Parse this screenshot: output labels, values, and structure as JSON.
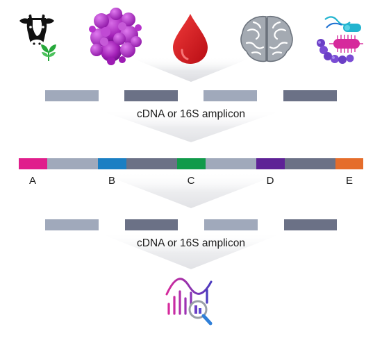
{
  "sources": [
    {
      "icon": "cow-icon"
    },
    {
      "icon": "plant-sprout-icon"
    },
    {
      "icon": "cell-cluster-icon"
    },
    {
      "icon": "blood-drop-icon"
    },
    {
      "icon": "brain-icon"
    },
    {
      "icon": "bacteria-icon"
    }
  ],
  "stage1": {
    "caption": "cDNA or 16S amplicon"
  },
  "barcode_row": {
    "labels": [
      "A",
      "B",
      "C",
      "D",
      "E"
    ],
    "barcode_colors": [
      "#e01e8c",
      "#1b7fc3",
      "#119a4a",
      "#5e2296",
      "#e56d2b"
    ]
  },
  "stage2": {
    "caption": "cDNA or 16S amplicon"
  },
  "result": {
    "icon": "sequencing-analysis-icon"
  },
  "colors": {
    "light_bar": "#a0a9bb",
    "dark_bar": "#6b7186",
    "funnel": "#e4e5e9",
    "blood": "#d8151d",
    "cell": "#a01fb5",
    "brain": "#9aa0a8",
    "bacteria_purple": "#6b3fc6",
    "bacteria_teal": "#22b4cf",
    "bacteria_magenta": "#d62a9c",
    "plant": "#27a83b"
  }
}
